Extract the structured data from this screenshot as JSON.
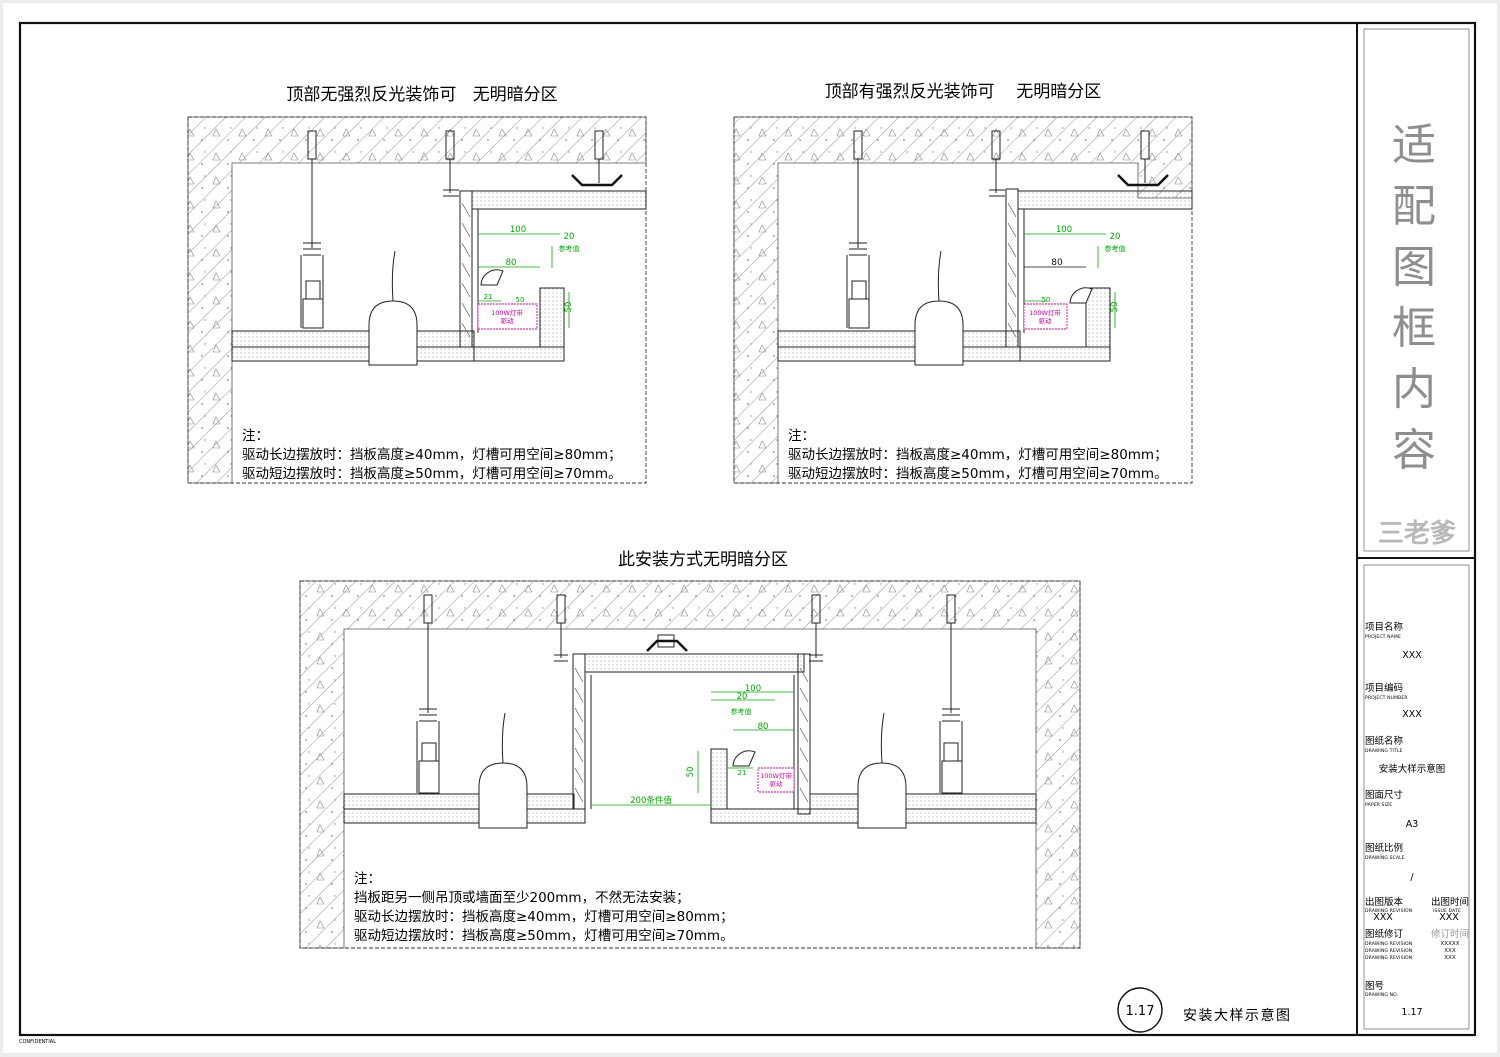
{
  "sheet": {
    "confidential": "CONFIDENTIAL",
    "side_title": [
      "适",
      "配",
      "图",
      "框",
      "内",
      "容"
    ],
    "logo_text": "三老爹",
    "drawing_no_badge": "1.17",
    "drawing_caption": "安装大样示意图"
  },
  "title_block": {
    "project_name": {
      "cn": "项目名称",
      "en": "PROJECT NAME",
      "value": "XXX"
    },
    "project_number": {
      "cn": "项目编码",
      "en": "PROJECT NUMBER",
      "value": "XXX"
    },
    "drawing_title": {
      "cn": "图纸名称",
      "en": "DRAWING TITLE",
      "value": "安装大样示意图"
    },
    "paper_size": {
      "cn": "图面尺寸",
      "en": "PAPER SIZE",
      "value": "A3"
    },
    "drawing_scale": {
      "cn": "图纸比例",
      "en": "DRAWING SCALE",
      "value": "/"
    },
    "drawing_revision": {
      "cn": "出图版本",
      "en": "DRAWING REVISION",
      "value": "XXX"
    },
    "issue_date": {
      "cn": "出图时间",
      "en": "ISSUE DATE",
      "value": "XXX"
    },
    "revision_cn": "图纸修订",
    "revision_time_cn": "修订时间",
    "revision_rows": [
      {
        "en": "DRAWING REVISION",
        "value": "XXXXX"
      },
      {
        "en": "DRAWING REVISION",
        "value": "XXX"
      },
      {
        "en": "DRAWING REVISION",
        "value": "XXX"
      }
    ],
    "drawing_no": {
      "cn": "图号",
      "en": "DRAWING NO.",
      "value": "1.17"
    }
  },
  "details": {
    "d1": {
      "title": "顶部无强烈反光装饰可   无明暗分区",
      "note_head": "注：",
      "note_lines": [
        "驱动长边摆放时：挡板高度≥40mm，灯槽可用空间≥80mm；",
        "驱动短边摆放时：挡板高度≥50mm，灯槽可用空间≥70mm。"
      ]
    },
    "d2": {
      "title": "顶部有强烈反光装饰可    无明暗分区",
      "note_head": "注：",
      "note_lines": [
        "驱动长边摆放时：挡板高度≥40mm，灯槽可用空间≥80mm；",
        "驱动短边摆放时：挡板高度≥50mm，灯槽可用空间≥70mm。"
      ]
    },
    "d3": {
      "title": "此安装方式无明暗分区",
      "note_head": "注：",
      "note_lines": [
        "挡板距另一侧吊顶或墙面至少200mm，不然无法安装；",
        "驱动长边摆放时：挡板高度≥40mm，灯槽可用空间≥80mm；",
        "驱动短边摆放时：挡板高度≥50mm，灯槽可用空间≥70mm。"
      ]
    }
  },
  "dims": {
    "d100": "100",
    "d20": "20",
    "ref": "参考值",
    "d80": "80",
    "d50": "50",
    "d21": "21",
    "driver_line1": "100W灯带",
    "driver_line2": "驱动",
    "cond": "200条件值"
  },
  "colors": {
    "dimension": "#00aa00",
    "driver": "#d0009c",
    "frame": "#111111",
    "side_title": "#8e8e8e"
  }
}
